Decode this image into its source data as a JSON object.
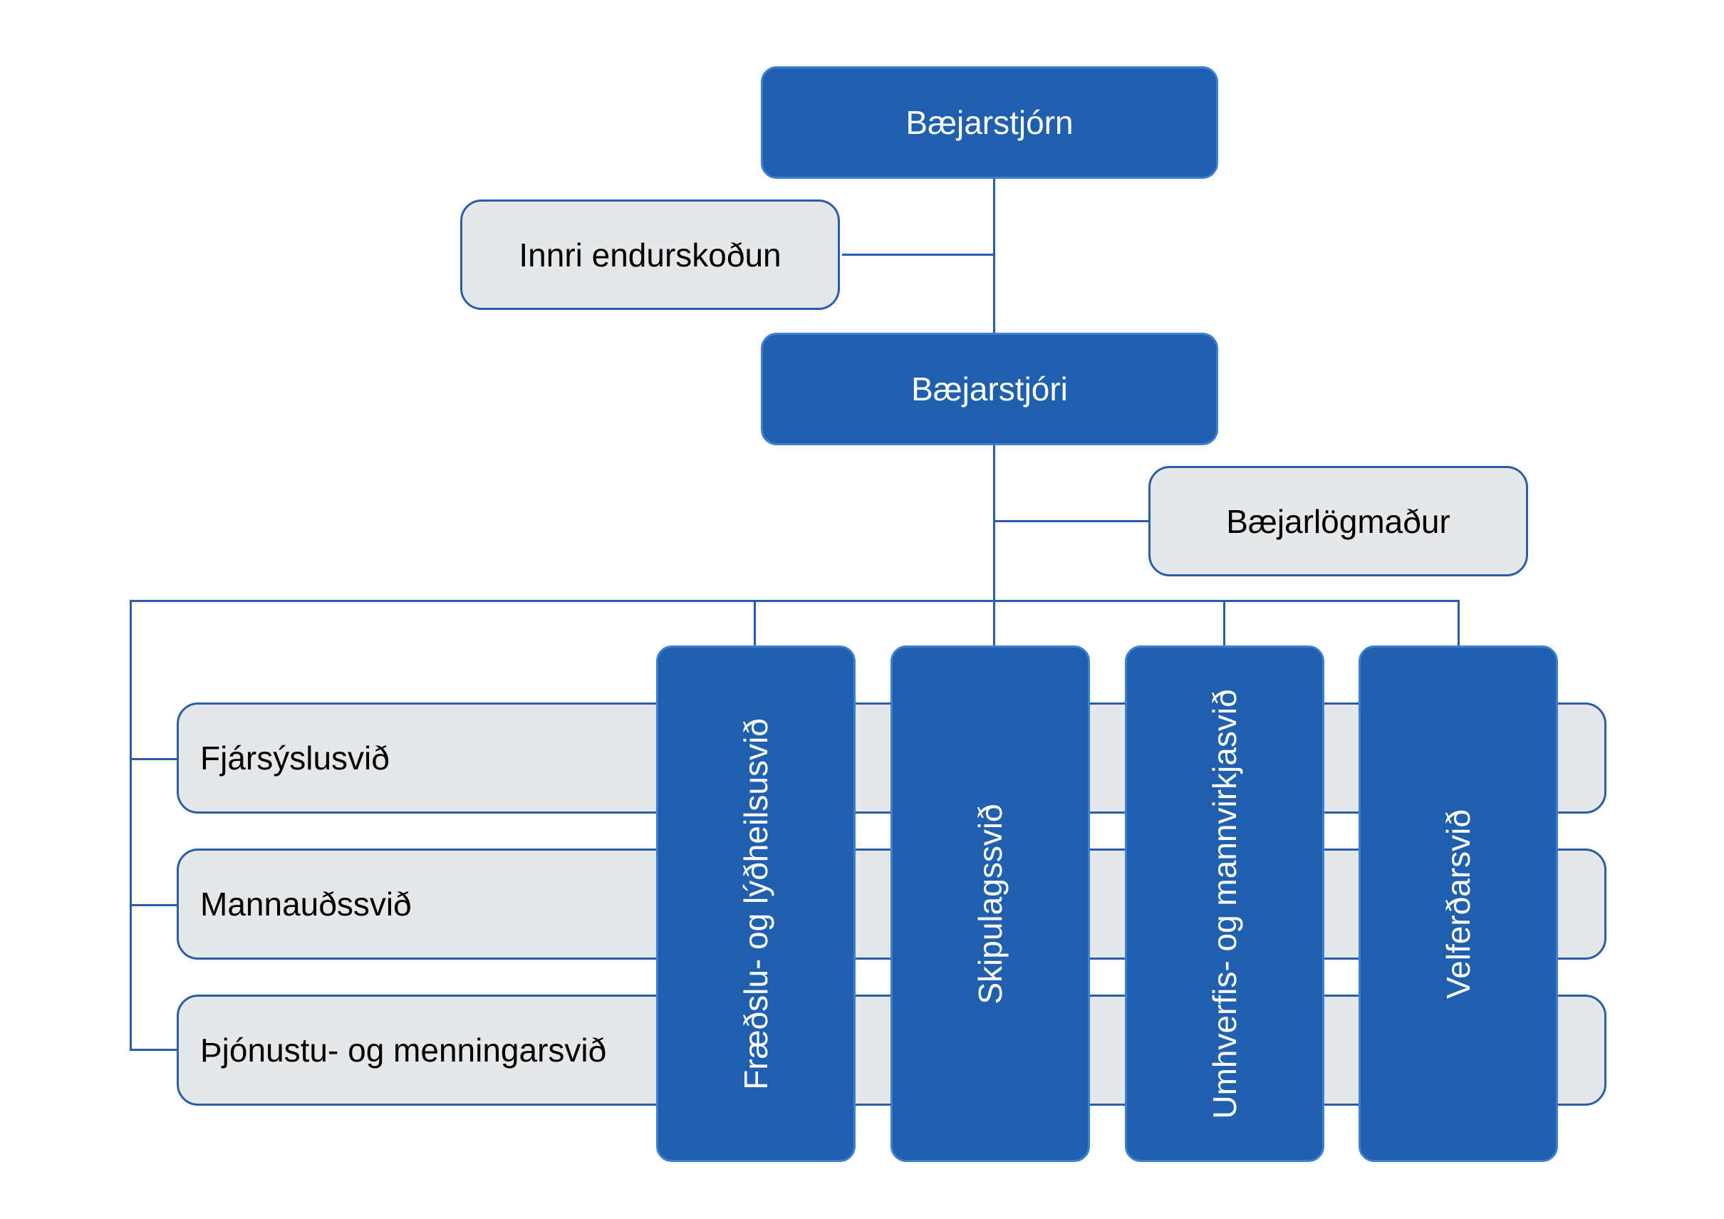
{
  "top": {
    "council": "Bæjarstjórn",
    "mayor": "Bæjarstjóri"
  },
  "staff": {
    "audit": "Innri endurskoðun",
    "lawyer": "Bæjarlögmaður"
  },
  "divisions_horizontal": [
    "Fjársýslusvið",
    "Mannauðssvið",
    "Þjónustu- og menningarsvið"
  ],
  "divisions_vertical": [
    "Fræðslu- og lýðheilsusvið",
    "Skipulagssvið",
    "Umhverfis- og mannvirkjasvið",
    "Velferðarsvið"
  ],
  "colors": {
    "primary": "#1f5fad",
    "secondary": "#e6e7e9",
    "connector": "#2a5ea8"
  }
}
